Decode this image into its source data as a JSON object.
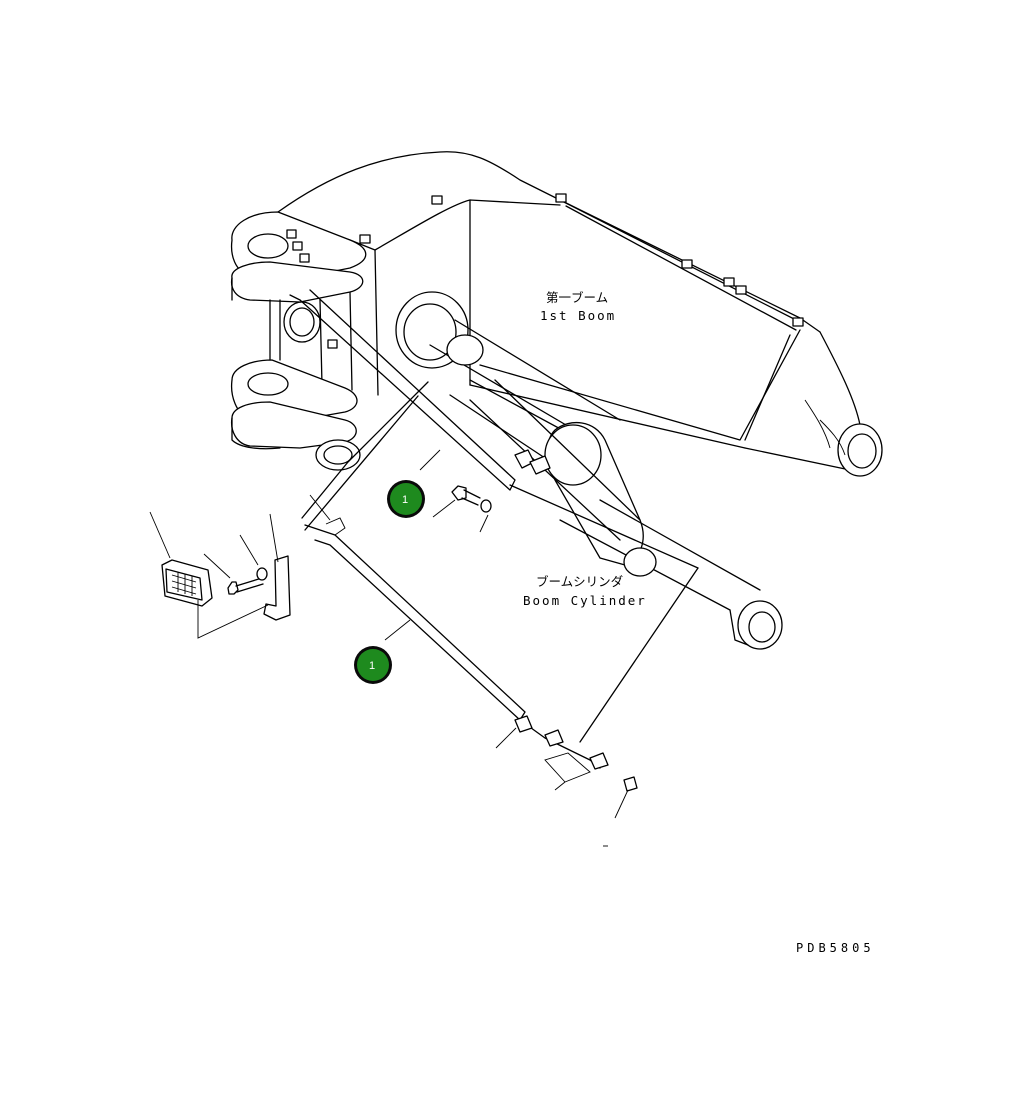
{
  "labels": {
    "boom_jp": "第一ブーム",
    "boom_en": "1st Boom",
    "cylinder_jp": "ブームシリンダ",
    "cylinder_en": "Boom Cylinder",
    "drawing_code": "PDB5805"
  },
  "callouts": [
    {
      "number": "1"
    },
    {
      "number": "1"
    }
  ],
  "colors": {
    "callout_fill": "#1e8a1e",
    "callout_ring": "#0a0a0a",
    "callout_text": "#ffffff",
    "line": "#000000",
    "background": "#ffffff"
  }
}
